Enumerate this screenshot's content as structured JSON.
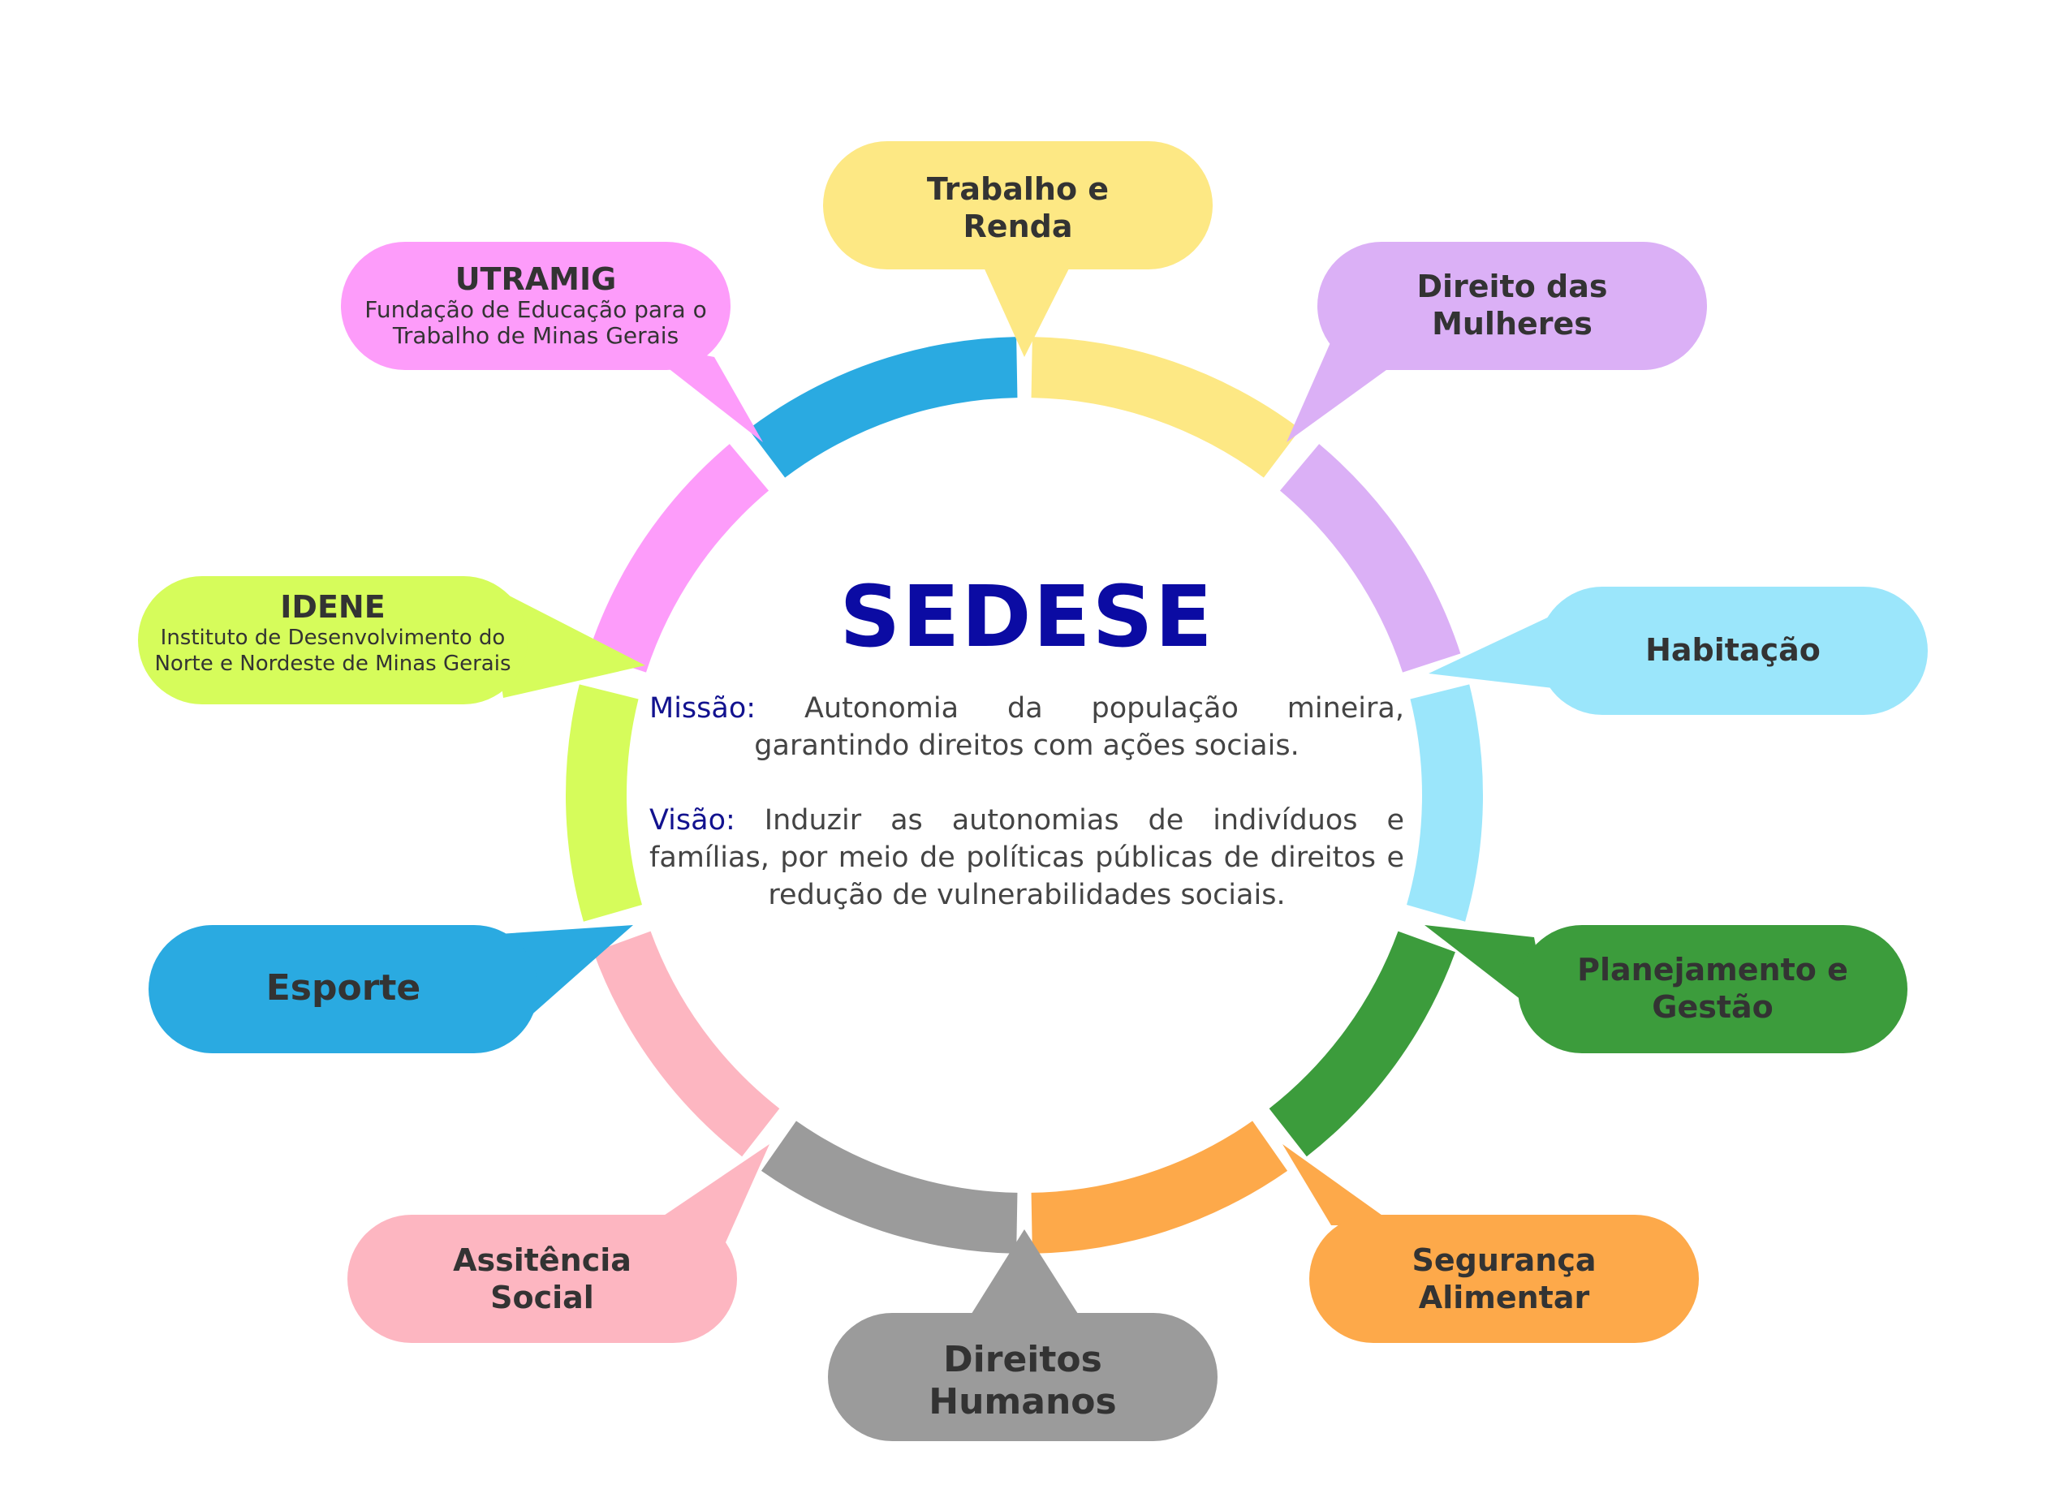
{
  "center": {
    "title": "SEDESE",
    "mission_label": "Missão:",
    "mission_text": "Autonomia da população mineira, garantindo direitos com ações sociais.",
    "vision_label": "Visão:",
    "vision_text": "Induzir as autonomias de indivíduos e famílias, por meio de políticas públicas de direitos e redução de vulnerabilidades sociais."
  },
  "nodes": [
    {
      "id": "trabalho",
      "title": "Trabalho e\nRenda",
      "color": "#fde884"
    },
    {
      "id": "mulheres",
      "title": "Direito das\nMulheres",
      "color": "#dbb0f6"
    },
    {
      "id": "habitacao",
      "title": "Habitação",
      "color": "#9be6fb"
    },
    {
      "id": "planejamento",
      "title": "Planejamento e\nGestão",
      "color": "#3c9c3c"
    },
    {
      "id": "seguranca",
      "title": "Segurança\nAlimentar",
      "color": "#fda94a"
    },
    {
      "id": "direitos-humanos",
      "title": "Direitos\nHumanos",
      "color": "#9b9b9b"
    },
    {
      "id": "assistencia",
      "title": "Assitência\nSocial",
      "color": "#fdb6c1"
    },
    {
      "id": "esporte",
      "title": "Esporte",
      "color": "#2aaae1"
    },
    {
      "id": "idene",
      "title": "IDENE",
      "subtitle": "Instituto de Desenvolvimento do\nNorte e Nordeste de Minas Gerais",
      "color": "#d6fc5b"
    },
    {
      "id": "utramig",
      "title": "UTRAMIG",
      "subtitle": "Fundação de Educação para o\nTrabalho de Minas Gerais",
      "color": "#fd9cfa"
    }
  ]
}
